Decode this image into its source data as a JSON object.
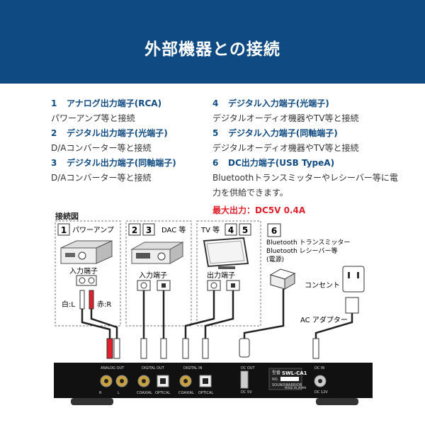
{
  "header": {
    "title": "外部機器との接続"
  },
  "items_left": [
    {
      "num": "1",
      "title": "アナログ出力端子(RCA)",
      "desc": "パワーアンプ等と接続"
    },
    {
      "num": "2",
      "title": "デジタル出力端子(光端子)",
      "desc": "D/Aコンバーター等と接続"
    },
    {
      "num": "3",
      "title": "デジタル出力端子(同軸端子)",
      "desc": "D/Aコンバーター等と接続"
    }
  ],
  "items_right": [
    {
      "num": "4",
      "title": "デジタル入力端子(光端子)",
      "desc": "デジタルオーディオ機器やTV等と接続"
    },
    {
      "num": "5",
      "title": "デジタル入力端子(同軸端子)",
      "desc": "デジタルオーディオ機器やTV等と接続"
    },
    {
      "num": "6",
      "title": "DC出力端子(USB TypeA)",
      "desc": "Bluetoothトランスミッターやレシーバー等に電力を供給できます。"
    }
  ],
  "max_output": "最大出力：DC5V 0.4A",
  "diagram": {
    "title": "接続図",
    "box1": {
      "num": "1",
      "label": "パワーアンプ",
      "input_label": "入力端子",
      "white_label": "白:L",
      "red_label": "赤:R"
    },
    "box23": {
      "num2": "2",
      "num3": "3",
      "label": "DAC 等",
      "input_label": "入力端子"
    },
    "box45": {
      "label": "TV 等",
      "num4": "4",
      "num5": "5",
      "output_label": "出力端子"
    },
    "box6": {
      "num": "6",
      "line1": "Bluetooth トランスミッター",
      "line2": "Bluetooth レシーバー等",
      "line3": "(電源)"
    },
    "outlet_label": "コンセント",
    "adapter_label": "AC アダプター",
    "panel": {
      "analog_out": "ANALOG OUT",
      "r": "R",
      "l": "L",
      "digital_out": "DIGITAL OUT",
      "coaxial": "COAXIAL",
      "optical": "OPTICAL",
      "digital_in": "DIGITAL IN",
      "coaxial2": "COAXIAL",
      "optical2": "OPTICAL",
      "dc_out": "DC OUT",
      "dc_5v": "DC 5V",
      "model_prefix": "型番",
      "model": "SWL-CA1",
      "no_label": "NO.",
      "brand": "SOUNDWARRIOR",
      "made_in": "MADE IN JAPAN",
      "dc_in": "DC IN",
      "dc_12v": "DC 12V"
    }
  },
  "colors": {
    "banner": "#0f4b82",
    "accent": "#0f4b82",
    "red": "#e0202a"
  }
}
